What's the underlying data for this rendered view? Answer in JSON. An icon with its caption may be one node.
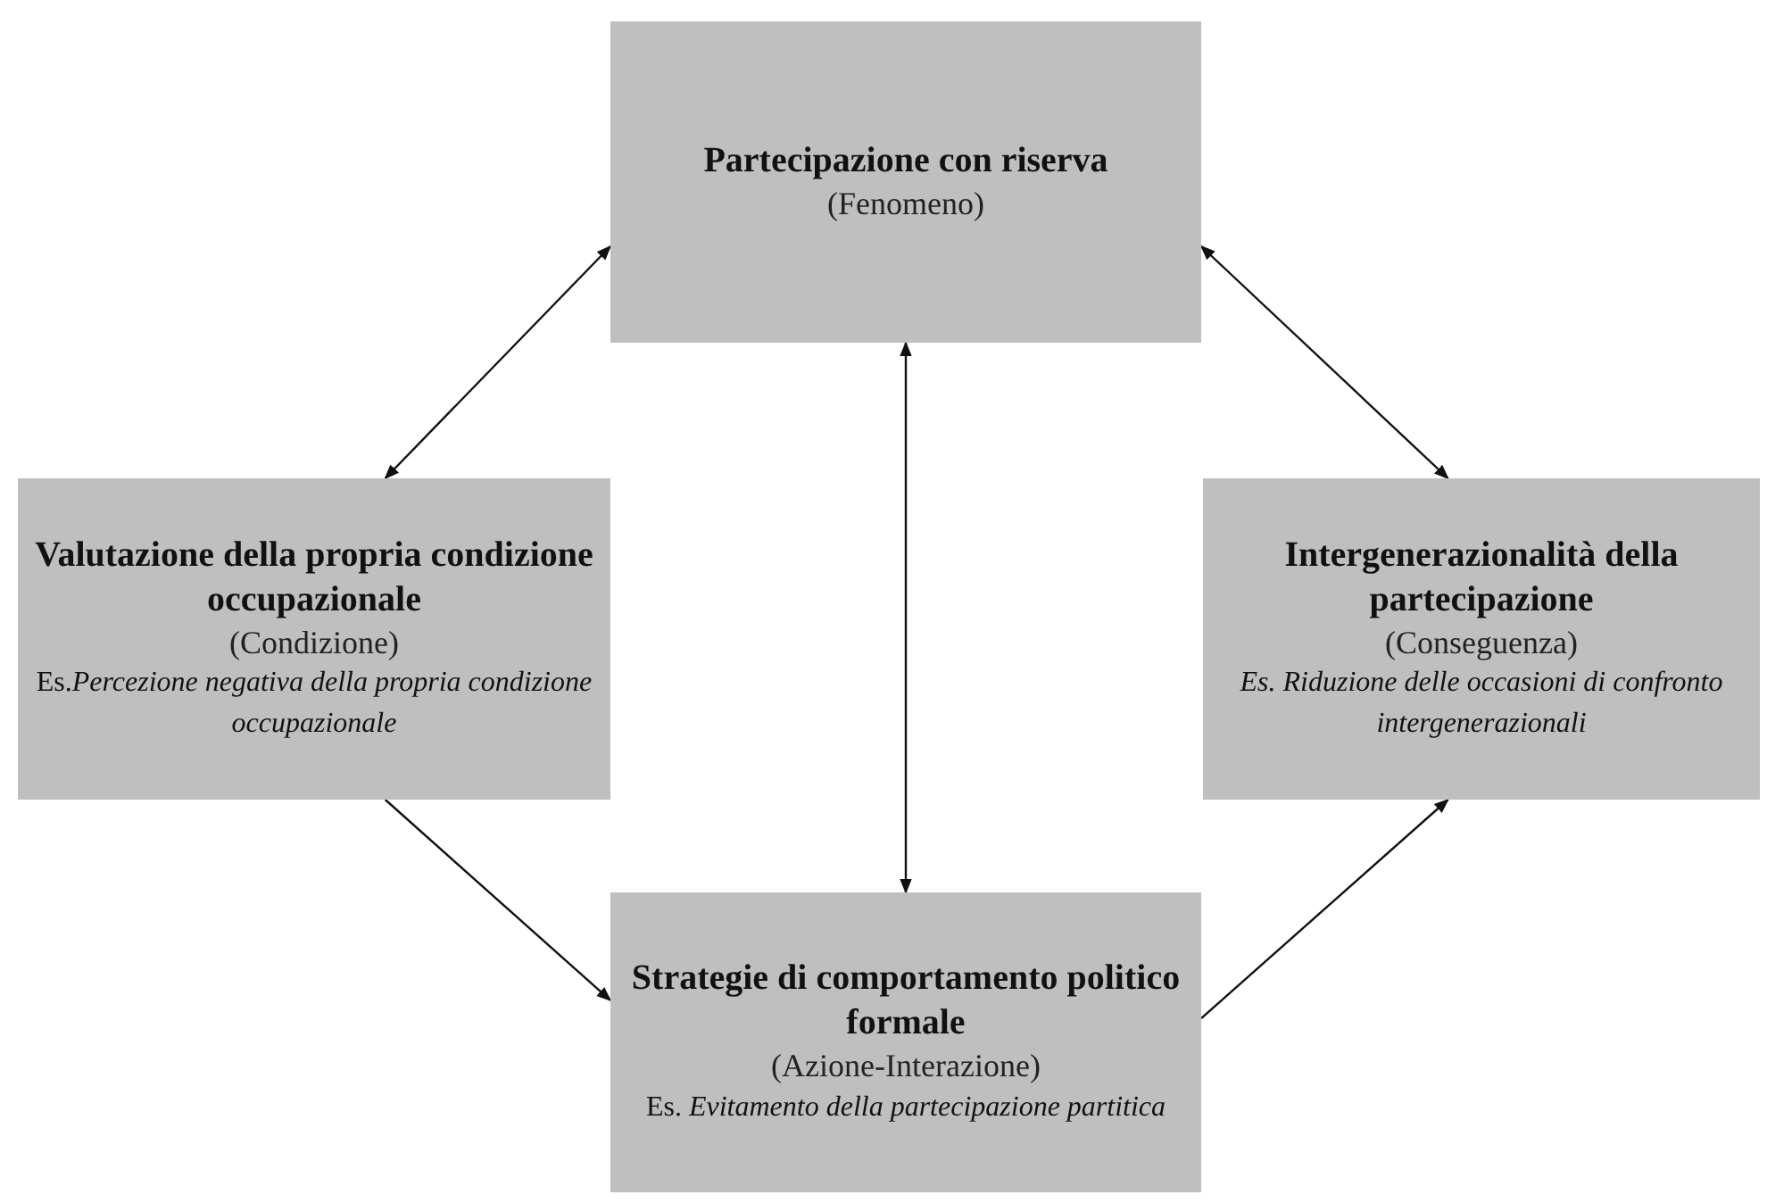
{
  "diagram": {
    "nodes": [
      {
        "text": [
          "Partecipazione con riserva",
          "(Fenomeno)"
        ]
      },
      {
        "text": [
          "Valutazione della propria condizione occupazionale",
          "(Condizione)",
          "Es.*Percezione negativa della propria condizione occupazionale*"
        ]
      },
      {
        "text": [
          "Intergenerazionalità della partecipazione",
          "(Conseguenza)",
          "*Es. Riduzione delle occasioni di confronto intergenerazionali*"
        ]
      },
      {
        "text": [
          "Strategie di comportamento politico formale",
          "(Azione-Interazione)",
          "Es. *Evitamento della partecipazione partitica*"
        ]
      }
    ],
    "edges": [
      {
        "from": 0,
        "to": 1,
        "arrow": "both"
      },
      {
        "from": 0,
        "to": 2,
        "arrow": "both"
      },
      {
        "from": 0,
        "to": 3,
        "arrow": "both"
      },
      {
        "from": 1,
        "to": 3,
        "arrow": "to"
      },
      {
        "from": 3,
        "to": 2,
        "arrow": "to"
      }
    ]
  }
}
